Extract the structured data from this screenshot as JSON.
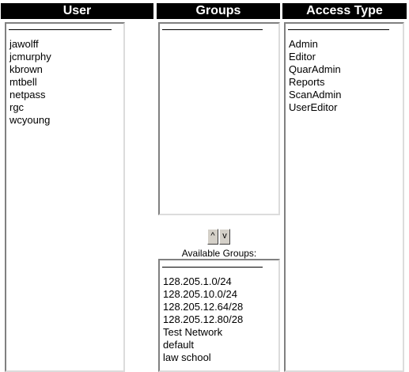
{
  "headers": {
    "user": "User",
    "groups": "Groups",
    "access_type": "Access Type"
  },
  "users": [
    "jawolff",
    "jcmurphy",
    "kbrown",
    "mtbell",
    "netpass",
    "rgc",
    "wcyoung"
  ],
  "groups": [],
  "access_types": [
    "Admin",
    "Editor",
    "QuarAdmin",
    "Reports",
    "ScanAdmin",
    "UserEditor"
  ],
  "move_buttons": {
    "up": "^",
    "down": "v"
  },
  "available_groups_label": "Available Groups:",
  "available_groups": [
    "128.205.1.0/24",
    "128.205.10.0/24",
    "128.205.12.64/28",
    "128.205.12.80/28",
    "Test Network",
    "default",
    "law school"
  ]
}
